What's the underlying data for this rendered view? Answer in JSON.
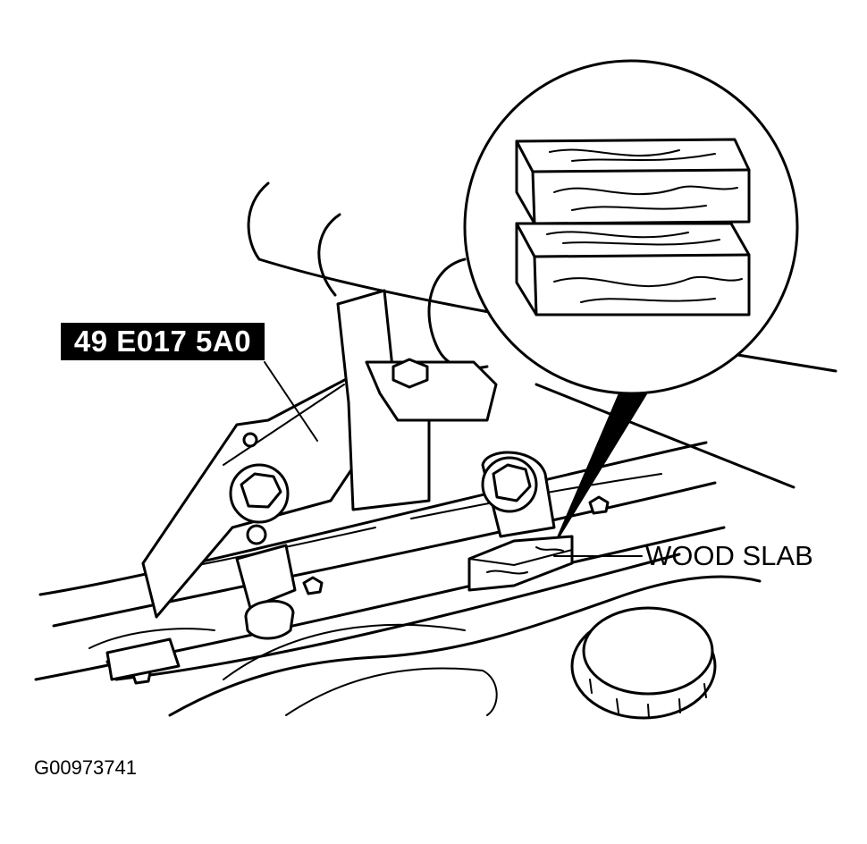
{
  "diagram": {
    "tool_label": "49 E017 5A0",
    "callout_label": "WOOD SLAB",
    "figure_id": "G00973741"
  }
}
